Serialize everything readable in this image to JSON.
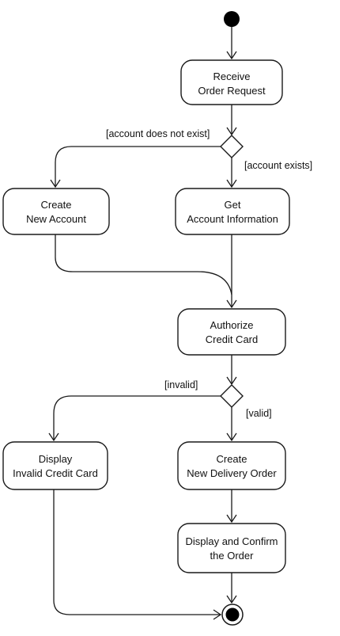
{
  "activities": {
    "receive_order": {
      "line1": "Receive",
      "line2": "Order Request"
    },
    "create_account": {
      "line1": "Create",
      "line2": "New Account"
    },
    "get_account": {
      "line1": "Get",
      "line2": "Account Information"
    },
    "authorize_card": {
      "line1": "Authorize",
      "line2": "Credit Card"
    },
    "display_invalid": {
      "line1": "Display",
      "line2": "Invalid Credit Card"
    },
    "create_delivery": {
      "line1": "Create",
      "line2": "New Delivery Order"
    },
    "display_confirm": {
      "line1": "Display and Confirm",
      "line2": "the Order"
    }
  },
  "guards": {
    "account_not_exist": "[account does not exist]",
    "account_exists": "[account exists]",
    "invalid": "[invalid]",
    "valid": "[valid]"
  },
  "colors": {
    "line": "#1a1a1a",
    "node_fill": "#ffffff",
    "initial_node": "#000000"
  }
}
